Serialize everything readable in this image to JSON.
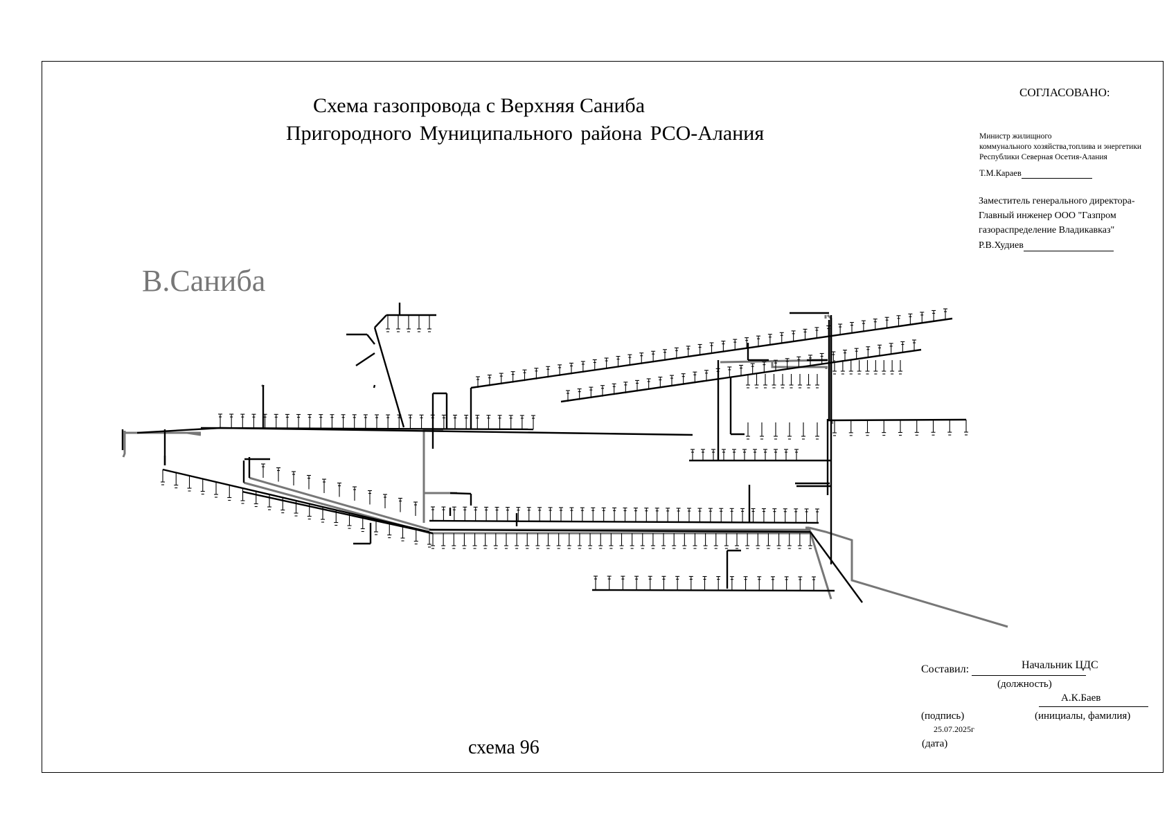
{
  "title": {
    "line1": "Схема газопровода с Верхняя Саниба",
    "line2": "Пригородного   Муниципального района РСО-Алания"
  },
  "village_label": "В.Саниба",
  "approval": {
    "heading": "СОГЛАСОВАНО:",
    "minister_line1": "Министр  жилищного",
    "minister_line2": "коммунального  хозяйства,топлива и энергетики",
    "minister_line3": "Республики Северная Осетия-Алания",
    "minister_signature": "Т.М.Караев",
    "deputy_line1": "Заместитель генерального директора-",
    "deputy_line2": "Главный инженер  ООО \"Газпром",
    "deputy_line3": "газораспределение Владикавказ\"",
    "deputy_signature": "Р.В.Худиев"
  },
  "stamp": {
    "compiled_label": "Составил:",
    "position_value": "Начальник ЦДС",
    "position_caption": "(должность)",
    "name_value": "А.К.Баев",
    "signature_caption": "(подпись)",
    "initials_caption": "(инициалы, фамилия)",
    "date_value": "25.07.2025г",
    "date_caption": "(дата)"
  },
  "scheme_number": "схема 96",
  "colors": {
    "main_pipe": "#000000",
    "high_pressure_pipe": "#777777",
    "village_label": "#777777"
  }
}
